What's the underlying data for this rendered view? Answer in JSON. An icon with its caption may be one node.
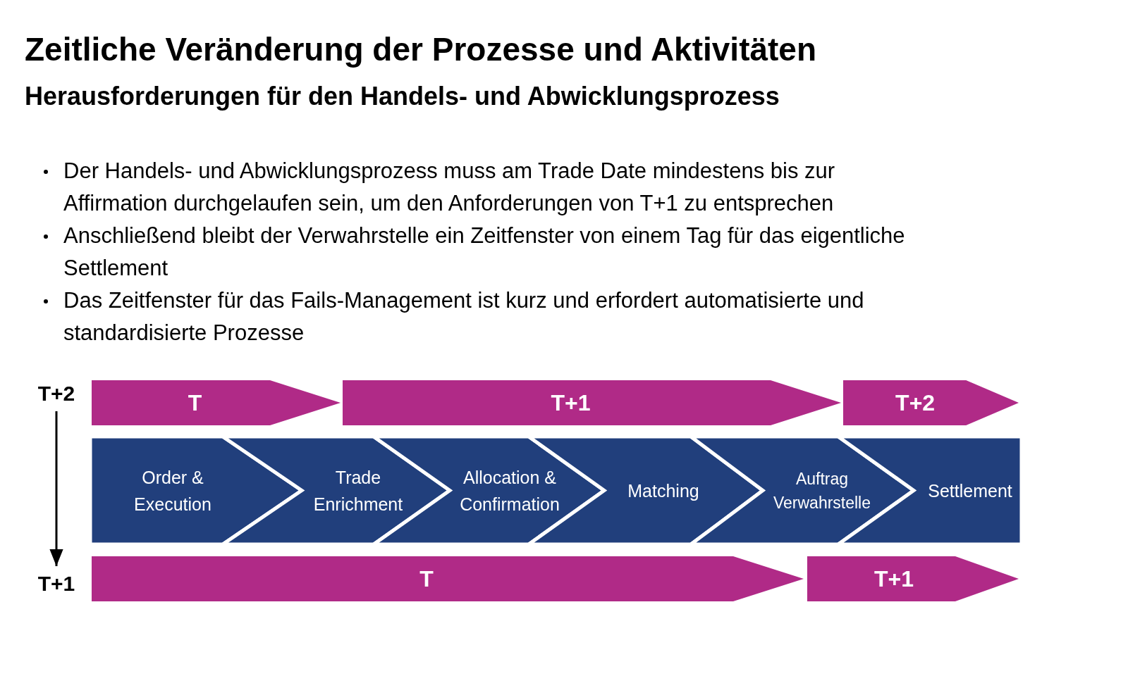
{
  "diagram": {
    "title": "Zeitliche Veränderung der Prozesse und Aktivitäten",
    "nodes": [
      {
        "text": [
          "T+2"
        ]
      },
      {
        "text": [
          "T"
        ]
      },
      {
        "text": [
          "T+1"
        ]
      },
      {
        "text": [
          "T+2"
        ]
      },
      {
        "text": [
          "Order & Execution"
        ]
      },
      {
        "text": [
          "Trade Enrichment"
        ]
      },
      {
        "text": [
          "Allocation & Confirmation"
        ]
      },
      {
        "text": [
          "Matching"
        ]
      },
      {
        "text": [
          "Auftrag Verwahrstelle"
        ]
      },
      {
        "text": [
          "Settlement"
        ]
      },
      {
        "text": [
          "T+1"
        ]
      },
      {
        "text": [
          "T"
        ]
      },
      {
        "text": [
          "T+1"
        ]
      }
    ],
    "edges": [
      {
        "from": 0,
        "to": 10,
        "arrow": "to"
      }
    ],
    "labels": [
      "Herausforderungen für den Handels- und Abwicklungsprozess",
      "Der Handels- und Abwicklungsprozess muss am Trade Date mindestens bis zur Affirmation durchgelaufen sein, um den Anforderungen von T+1 zu entsprechen",
      "Anschließend bleibt der Verwahrstelle ein Zeitfenster von einem Tag für das eigentliche Settlement",
      "Das Zeitfenster für das Fails-Management ist kurz und erfordert automatisierte und standardisierte Prozesse"
    ]
  }
}
